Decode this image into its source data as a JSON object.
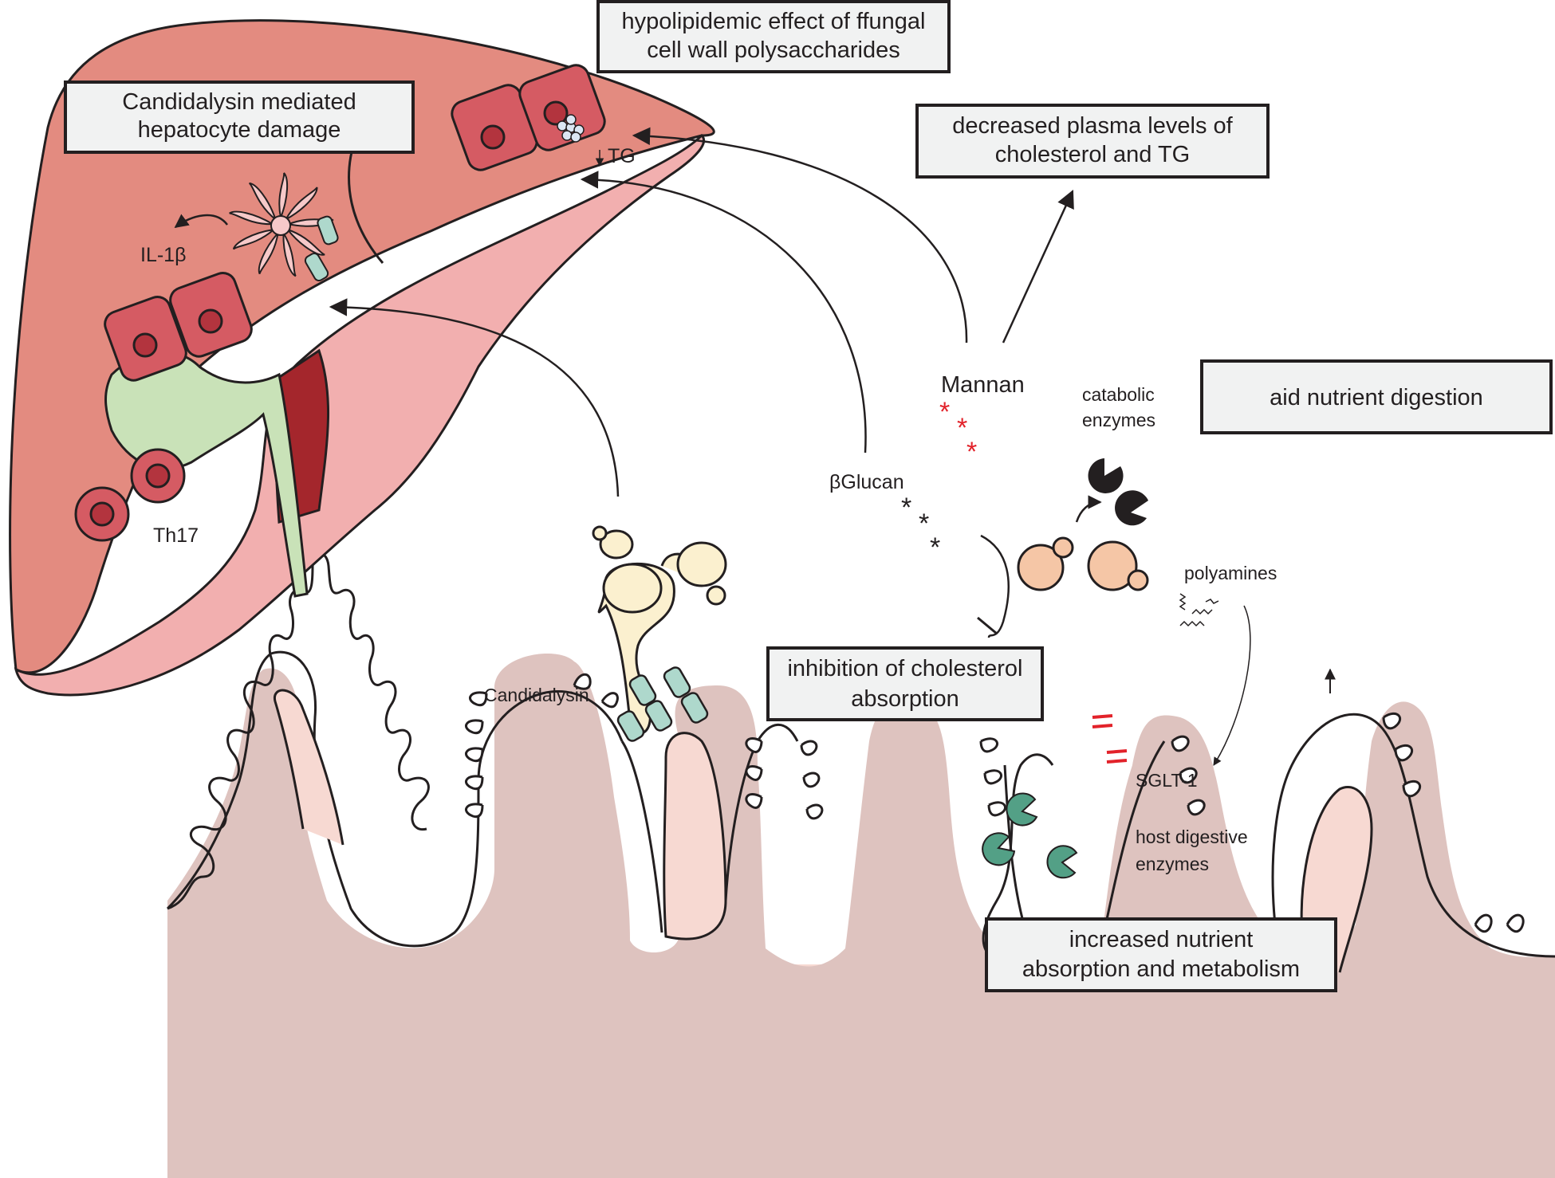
{
  "boxes": {
    "hepatocyte_damage": [
      "Candidalysin mediated",
      "hepatocyte damage"
    ],
    "hypolipidemic": [
      "hypolipidemic effect of ffungal",
      "cell wall polysaccharides"
    ],
    "plasma_levels": [
      "decreased plasma levels of",
      "cholesterol and TG"
    ],
    "nutrient_digestion": [
      "aid nutrient digestion"
    ],
    "cholesterol_absorption": [
      "inhibition of cholesterol",
      "absorption"
    ],
    "nutrient_absorption": [
      "increased nutrient",
      "absorption and metabolism"
    ]
  },
  "labels": {
    "il1b": "IL-1β",
    "th17": "Th17",
    "tg": "TG",
    "candidalysin": "Candidalysin",
    "bglucan": "βGlucan",
    "mannan": "Mannan",
    "catabolic": [
      "catabolic",
      "enzymes"
    ],
    "polyamines": "polyamines",
    "sglt1": "SGLT-1",
    "host_enzymes": [
      "host digestive",
      "enzymes"
    ]
  },
  "colors": {
    "liver_dark": "#e38b80",
    "liver_light": "#f2afaf",
    "hepatocyte": "#d55b63",
    "nucleus": "#b3343e",
    "bile_duct": "#c9e2b8",
    "vessel": "#a4262c",
    "intestine": "#dec3bf",
    "lumen_bg": "#f7d9d2",
    "candida": "#fbf0cf",
    "yeast": "#f5c6a6",
    "candidalysin": "#aed8cc",
    "host_enzyme": "#53a086",
    "mannan_star": "#e2222a",
    "box_fill": "#f1f2f2"
  }
}
